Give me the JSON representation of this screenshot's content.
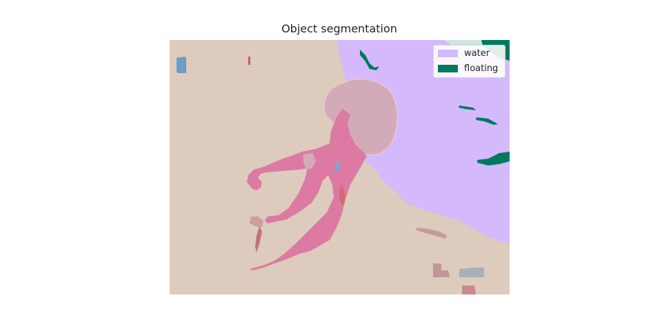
{
  "title": "Object segmentation",
  "legend": [
    {
      "label": "water",
      "color": "#d5b9fd"
    },
    {
      "label": "floating",
      "color": "#007a5c"
    }
  ],
  "colors": {
    "background_ground": "#ddcbbd",
    "water": "#d5b9fd",
    "floating": "#007a5c",
    "jellyfish_body": "#dc7aa3",
    "jellyfish_bell": "#d3abb8",
    "blue_object": "#6e9cc6",
    "red_object": "#c85a64",
    "brown_object": "#c29b97",
    "gray_object": "#a7afb8"
  }
}
